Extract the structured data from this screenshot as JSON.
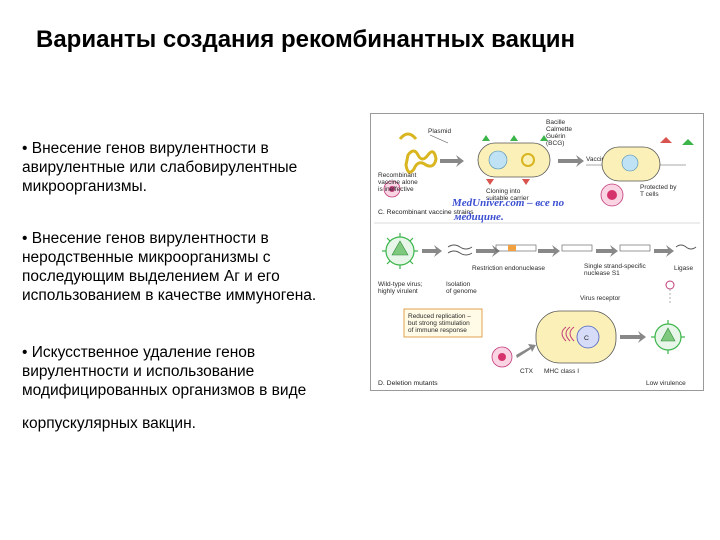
{
  "title": "Варианты создания рекомбинантных вакцин",
  "bullets": [
    {
      "lines": [
        "• Внесение генов вирулентности в",
        "авирулентные или слабовирулентные",
        "микроорганизмы."
      ]
    },
    {
      "lines": [
        "• Внесение генов вирулентности в",
        "неродственные микроорганизмы с",
        "последующим выделением Аг и его",
        "использованием в качестве иммуногена."
      ]
    },
    {
      "lines": [
        "• Искусственное удаление генов",
        "вирулентности и использование",
        "модифицированных организмов в виде"
      ]
    }
  ],
  "trailing_text": "корпускулярных вакцин.",
  "figure": {
    "panel_c": {
      "plasmid": "Plasmid",
      "bacille_line1": "Bacille",
      "bacille_line2": "Calmette",
      "bacille_line3": "Guérin",
      "bacille_line4": "(BCG)",
      "vaccination": "Vaccination",
      "recombinant_line1": "Recombinant",
      "recombinant_line2": "vaccine alone",
      "recombinant_line3": "is ineffective",
      "cloning_line1": "Cloning into",
      "cloning_line2": "suitable carrier",
      "protected_line1": "Protected by",
      "protected_line2": "T cells",
      "caption": "C. Recombinant vaccine strains"
    },
    "watermark_line1": "MedUniver.com – все по",
    "watermark_line2": "медицине.",
    "panel_d": {
      "restriction": "Restriction endonuclease",
      "single_line1": "Single strand-specific",
      "single_line2": "nuclease S1",
      "ligase": "Ligase",
      "wild_line1": "Wild-type virus;",
      "wild_line2": "highly virulent",
      "isolation_line1": "Isolation",
      "isolation_line2": "of genome",
      "virus_receptor": "Virus receptor",
      "reduced_line1": "Reduced replication –",
      "reduced_line2": "but strong stimulation",
      "reduced_line3": "of immune response",
      "ctx": "CTX",
      "mhc": "MHC class I",
      "c_label": "C",
      "caption": "D. Deletion mutants",
      "low_virulence": "Low virulence"
    }
  }
}
